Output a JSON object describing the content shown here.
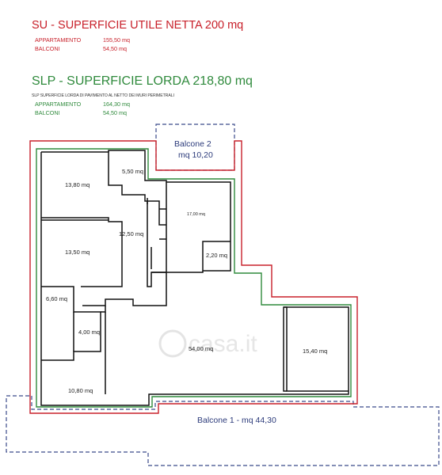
{
  "su": {
    "title": "SU - SUPERFICIE UTILE NETTA  200 mq",
    "rows": [
      {
        "label": "APPARTAMENTO",
        "value": "155,50 mq"
      },
      {
        "label": "BALCONI",
        "value": "54,50 mq"
      }
    ]
  },
  "slp": {
    "title": "SLP - SUPERFICIE LORDA 218,80 mq",
    "note": "SLP SUPERFICIE LORDA DI PAVIMENTO AL NETTO DEI MURI PERIMETRALI",
    "rows": [
      {
        "label": "APPARTAMENTO",
        "value": "164,30 mq"
      },
      {
        "label": "BALCONI",
        "value": "54,50 mq"
      }
    ]
  },
  "rooms": [
    {
      "id": "room-a",
      "label": "13,80 mq"
    },
    {
      "id": "room-b",
      "label": "5,50 mq"
    },
    {
      "id": "room-c",
      "label": "17,00 mq"
    },
    {
      "id": "room-d",
      "label": "12,50 mq"
    },
    {
      "id": "room-e",
      "label": "13,50 mq"
    },
    {
      "id": "room-f",
      "label": "2,20 mq"
    },
    {
      "id": "room-g",
      "label": "6,60 mq"
    },
    {
      "id": "room-h",
      "label": "4,00 mq"
    },
    {
      "id": "room-i",
      "label": "54,00 mq"
    },
    {
      "id": "room-j",
      "label": "15,40 mq"
    },
    {
      "id": "room-k",
      "label": "10,80 mq"
    }
  ],
  "balcony2": {
    "line1": "Balcone 2",
    "line2": "mq 10,20"
  },
  "balcony1": {
    "label": "Balcone 1 - mq 44,30"
  },
  "watermark": "casa.it",
  "colors": {
    "red": "#c8202a",
    "green": "#2f8a3c",
    "wall": "#111111",
    "balcony": "#3b4a8a"
  }
}
